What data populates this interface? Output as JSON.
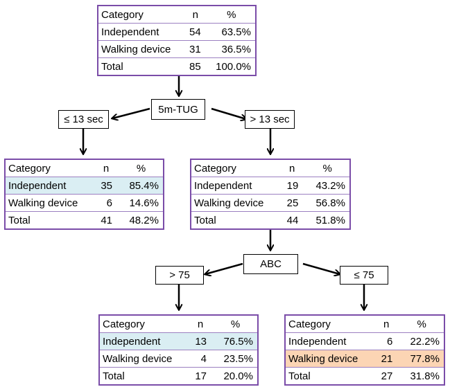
{
  "header": {
    "category": "Category",
    "n": "n",
    "pct": "%"
  },
  "tables": {
    "root": {
      "rows": [
        {
          "category": "Independent",
          "n": "54",
          "pct": "63.5%"
        },
        {
          "category": "Walking device",
          "n": "31",
          "pct": "36.5%"
        },
        {
          "category": "Total",
          "n": "85",
          "pct": "100.0%"
        }
      ]
    },
    "tug_le": {
      "rows": [
        {
          "category": "Independent",
          "n": "35",
          "pct": "85.4%"
        },
        {
          "category": "Walking device",
          "n": "6",
          "pct": "14.6%"
        },
        {
          "category": "Total",
          "n": "41",
          "pct": "48.2%"
        }
      ]
    },
    "tug_gt": {
      "rows": [
        {
          "category": "Independent",
          "n": "19",
          "pct": "43.2%"
        },
        {
          "category": "Walking device",
          "n": "25",
          "pct": "56.8%"
        },
        {
          "category": "Total",
          "n": "44",
          "pct": "51.8%"
        }
      ]
    },
    "abc_gt": {
      "rows": [
        {
          "category": "Independent",
          "n": "13",
          "pct": "76.5%"
        },
        {
          "category": "Walking device",
          "n": "4",
          "pct": "23.5%"
        },
        {
          "category": "Total",
          "n": "17",
          "pct": "20.0%"
        }
      ]
    },
    "abc_le": {
      "rows": [
        {
          "category": "Independent",
          "n": "6",
          "pct": "22.2%"
        },
        {
          "category": "Walking device",
          "n": "21",
          "pct": "77.8%"
        },
        {
          "category": "Total",
          "n": "27",
          "pct": "31.8%"
        }
      ]
    }
  },
  "decisions": {
    "tug": {
      "label": "5m-TUG",
      "left": "≤ 13 sec",
      "right": "> 13 sec"
    },
    "abc": {
      "label": "ABC",
      "left": "> 75",
      "right": "≤ 75"
    }
  },
  "colors": {
    "table_border": "#7a4ca8",
    "highlight_blue": "#daeef3",
    "highlight_orange": "#fcd5b4"
  }
}
